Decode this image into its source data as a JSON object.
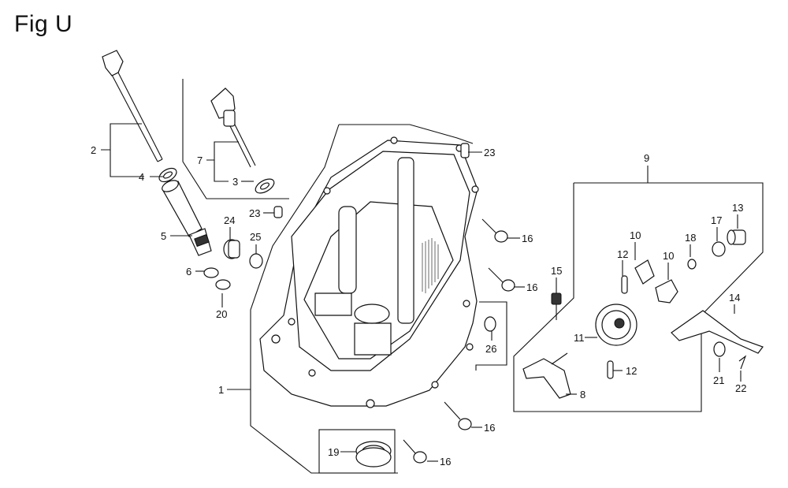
{
  "figure": {
    "title": "Fig U"
  },
  "callouts": [
    {
      "key": "c2",
      "text": "2"
    },
    {
      "key": "c4",
      "text": "4"
    },
    {
      "key": "c5",
      "text": "5"
    },
    {
      "key": "c6",
      "text": "6"
    },
    {
      "key": "c20",
      "text": "20"
    },
    {
      "key": "c24",
      "text": "24"
    },
    {
      "key": "c25",
      "text": "25"
    },
    {
      "key": "c7",
      "text": "7"
    },
    {
      "key": "c3",
      "text": "3"
    },
    {
      "key": "c23a",
      "text": "23"
    },
    {
      "key": "c23b",
      "text": "23"
    },
    {
      "key": "c16a",
      "text": "16"
    },
    {
      "key": "c16b",
      "text": "16"
    },
    {
      "key": "c26",
      "text": "26"
    },
    {
      "key": "c1",
      "text": "1"
    },
    {
      "key": "c16c",
      "text": "16"
    },
    {
      "key": "c19",
      "text": "19"
    },
    {
      "key": "c16d",
      "text": "16"
    },
    {
      "key": "c9",
      "text": "9"
    },
    {
      "key": "c15",
      "text": "15"
    },
    {
      "key": "c12a",
      "text": "12"
    },
    {
      "key": "c10a",
      "text": "10"
    },
    {
      "key": "c10b",
      "text": "10"
    },
    {
      "key": "c18",
      "text": "18"
    },
    {
      "key": "c17",
      "text": "17"
    },
    {
      "key": "c13",
      "text": "13"
    },
    {
      "key": "c11",
      "text": "11"
    },
    {
      "key": "c12b",
      "text": "12"
    },
    {
      "key": "c8",
      "text": "8"
    },
    {
      "key": "c14",
      "text": "14"
    },
    {
      "key": "c21",
      "text": "21"
    },
    {
      "key": "c22",
      "text": "22"
    }
  ]
}
